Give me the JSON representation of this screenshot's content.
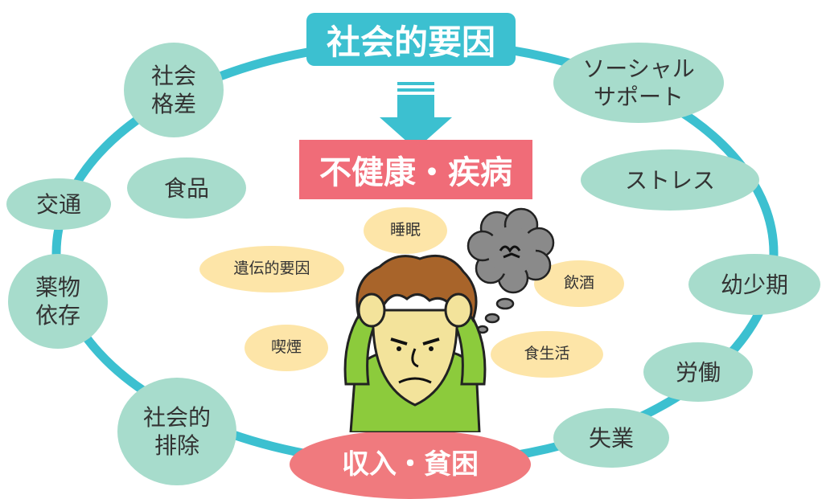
{
  "colors": {
    "ring": "#3cc0d0",
    "green_bubble": "#a7dccc",
    "beige_bubble": "#fde5a8",
    "title_box": "#3cc0d0",
    "outcome_box": "#f06c78",
    "income_ellipse": "#f07a7e",
    "thought_cloud": "#8a8a8a"
  },
  "diagram": {
    "title": "社会的要因",
    "outcome": "不健康・疾病",
    "income": "収入・貧困",
    "ring_items": {
      "social_gap": [
        "社会",
        "格差"
      ],
      "social_support": [
        "ソーシャル",
        "サポート"
      ],
      "food": "食品",
      "transport": "交通",
      "stress": "ストレス",
      "drug": [
        "薬物",
        "依存"
      ],
      "childhood": "幼少期",
      "labor": "労働",
      "social_exclusion": [
        "社会的",
        "排除"
      ],
      "unemployment": "失業"
    },
    "lifestyle_items": {
      "sleep": "睡眠",
      "genetic": "遺伝的要因",
      "drinking": "飲酒",
      "smoking": "喫煙",
      "diet": "食生活"
    }
  },
  "icons": {
    "arrow": "down-arrow-icon",
    "person": "stressed-person-icon",
    "cloud": "thought-cloud-icon"
  }
}
